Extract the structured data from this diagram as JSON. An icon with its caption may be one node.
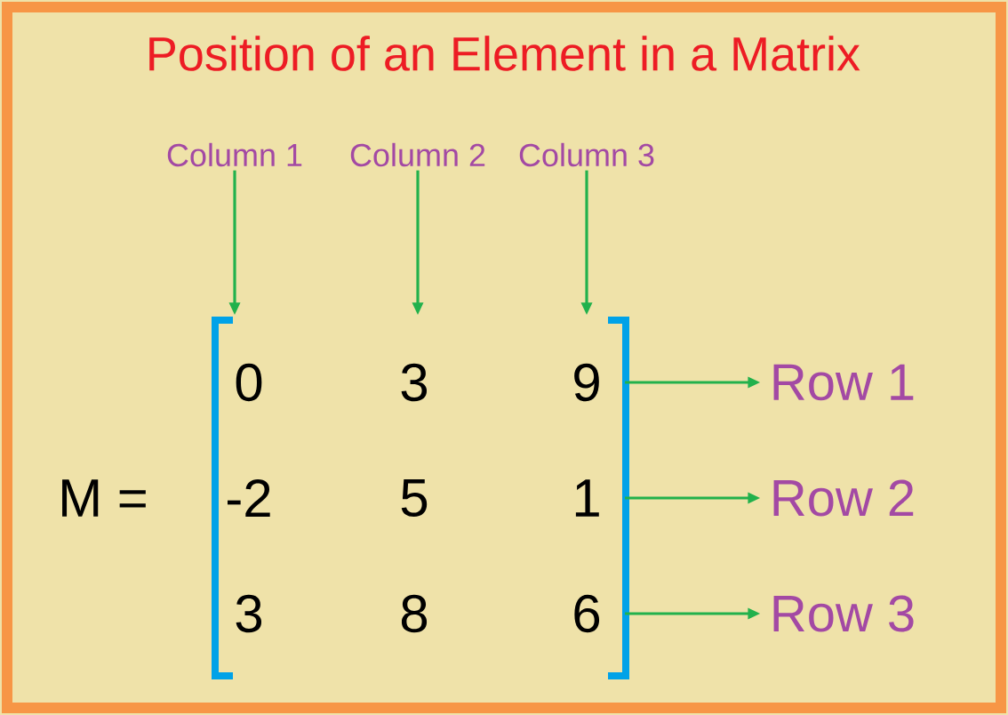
{
  "diagram": {
    "title": "Position of an Element in a Matrix",
    "nodes": [
      {
        "text": [
          "Column 1"
        ]
      },
      {
        "text": [
          "Column 2"
        ]
      },
      {
        "text": [
          "Column 3"
        ]
      },
      {
        "text": [
          "0"
        ]
      },
      {
        "text": [
          "3"
        ]
      },
      {
        "text": [
          "9"
        ]
      },
      {
        "text": [
          "-2"
        ]
      },
      {
        "text": [
          "5"
        ]
      },
      {
        "text": [
          "1"
        ]
      },
      {
        "text": [
          "3"
        ]
      },
      {
        "text": [
          "8"
        ]
      },
      {
        "text": [
          "6"
        ]
      },
      {
        "text": [
          "Row 1"
        ]
      },
      {
        "text": [
          "Row 2"
        ]
      },
      {
        "text": [
          "Row 3"
        ]
      }
    ],
    "edges": [
      {
        "from": 0,
        "to": 3,
        "arrow": "to"
      },
      {
        "from": 1,
        "to": 4,
        "arrow": "to"
      },
      {
        "from": 2,
        "to": 5,
        "arrow": "to"
      },
      {
        "from": 5,
        "to": 12,
        "arrow": "to"
      },
      {
        "from": 8,
        "to": 13,
        "arrow": "to"
      },
      {
        "from": 11,
        "to": 14,
        "arrow": "to"
      }
    ],
    "labels": [
      "M ="
    ]
  }
}
